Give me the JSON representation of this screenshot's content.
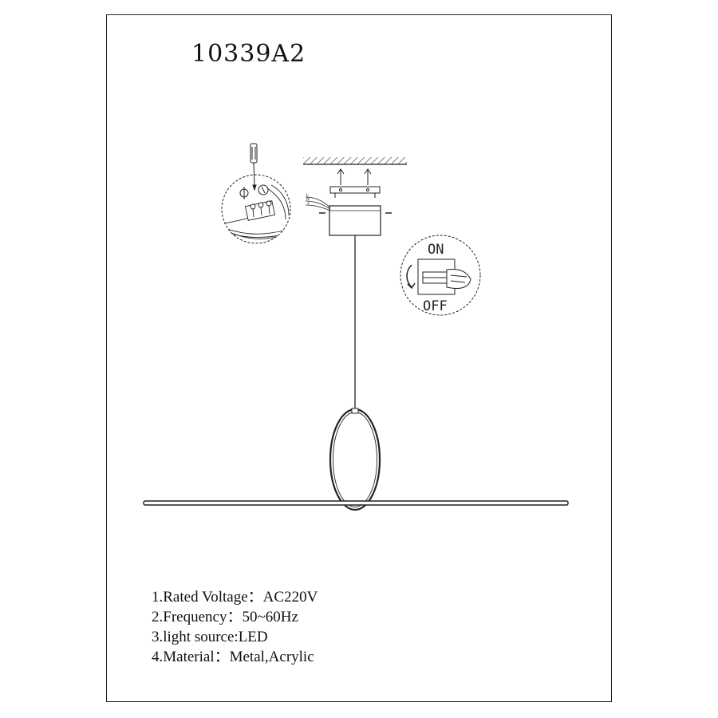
{
  "model_number": "10339A2",
  "switch": {
    "on_label": "ON",
    "off_label": "OFF"
  },
  "wiring": {
    "labels": [
      "L",
      "N",
      "⏚"
    ]
  },
  "specs": [
    "1.Rated Voltage：AC220V",
    "2.Frequency：50~60Hz",
    "3.light source:LED",
    "4.Material：Metal,Acrylic"
  ],
  "colors": {
    "line": "#222222",
    "background": "#ffffff"
  }
}
